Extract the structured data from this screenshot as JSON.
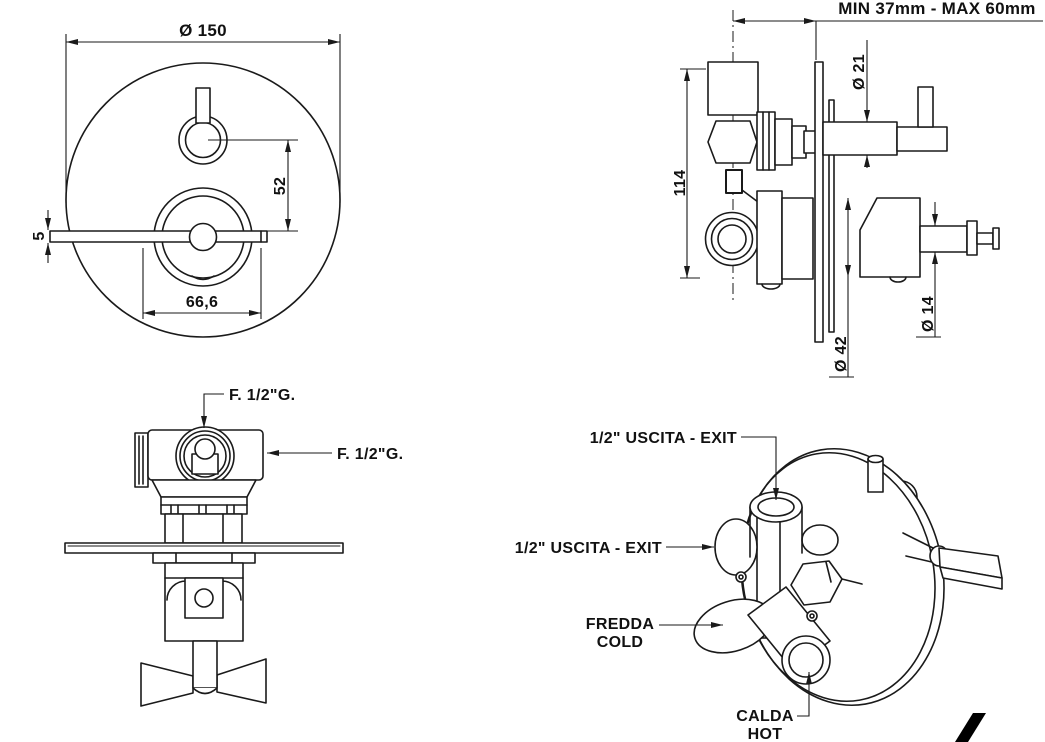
{
  "page": {
    "background": "#ffffff",
    "line_color": "#1a1a1a"
  },
  "front_view": {
    "plate_diameter": "Ø 150",
    "knob_center_distance": "52",
    "lever_thickness": "5",
    "handle_width": "66,6"
  },
  "side_view": {
    "depth_range": "MIN 37mm - MAX 60mm",
    "spindle_diameter": "Ø 21",
    "body_height": "114",
    "trim_diameter": "Ø 42",
    "stem_diameter": "Ø 14"
  },
  "bottom_view": {
    "inlet_top": "F. 1/2\"G.",
    "inlet_right": "F. 1/2\"G."
  },
  "perspective_view": {
    "outlet_top": "1/2\" USCITA - EXIT",
    "outlet_left": "1/2\" USCITA - EXIT",
    "cold_line1": "FREDDA",
    "cold_line2": "COLD",
    "hot_line1": "CALDA",
    "hot_line2": "HOT"
  }
}
